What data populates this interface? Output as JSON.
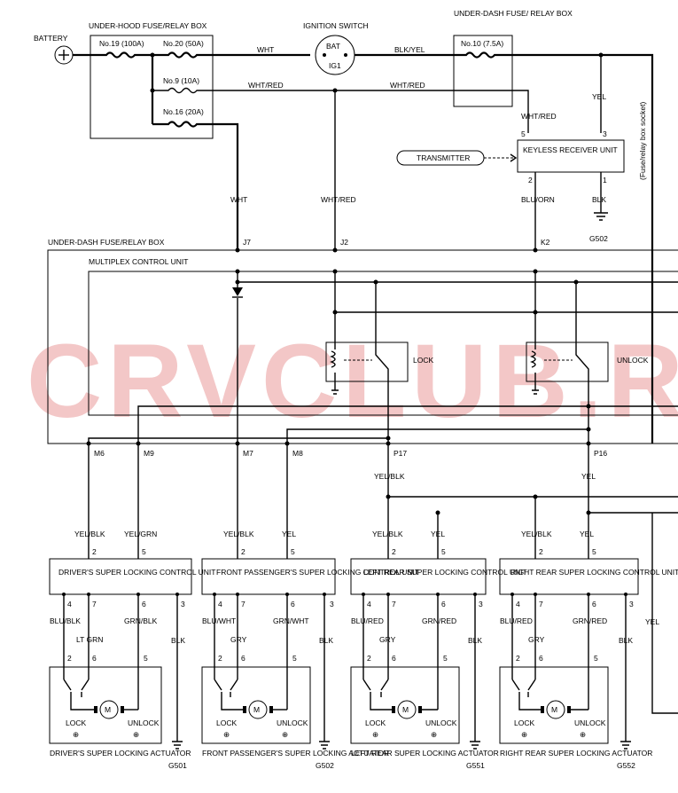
{
  "watermark": "CRVCLUB.RU",
  "battery": "BATTERY",
  "underhood_box": "UNDER-HOOD FUSE/RELAY BOX",
  "fuses": {
    "f19": "No.19 (100A)",
    "f20": "No.20 (50A)",
    "f9": "No.9 (10A)",
    "f16": "No.16 (20A)",
    "f10": "No.10 (7.5A)"
  },
  "ignition": {
    "title": "IGNITION SWITCH",
    "bat": "BAT",
    "ig1": "IG1"
  },
  "underdash_box_top": "UNDER-DASH FUSE/ RELAY BOX",
  "underdash_box": "UNDER-DASH FUSE/RELAY BOX",
  "multiplex": "MULTIPLEX CONTROL UNIT",
  "side_note": "(Fuse/relay box socket)",
  "transmitter": "TRANSMITTER",
  "receiver": "KEYLESS RECEIVER UNIT",
  "relays": {
    "lock": "LOCK",
    "unlock": "UNLOCK"
  },
  "wires": {
    "wht": "WHT",
    "whtred": "WHT/RED",
    "blkyel": "BLK/YEL",
    "yel": "YEL",
    "bluorn": "BLU/ORN",
    "blk": "BLK",
    "yelblk": "YEL/BLK",
    "yelgrn": "YEL/GRN",
    "blublk": "BLU/BLK",
    "ltgrn": "LT GRN",
    "grnblk": "GRN/BLK",
    "bluwht": "BLU/WHT",
    "gry": "GRY",
    "grnwht": "GRN/WHT",
    "blured": "BLU/RED",
    "grnred": "GRN/RED"
  },
  "connectors": {
    "j7": "J7",
    "j2": "J2",
    "k2": "K2",
    "m6": "M6",
    "m9": "M9",
    "m7": "M7",
    "m8": "M8",
    "p17": "P17",
    "p16": "P16"
  },
  "pins": {
    "p1": "1",
    "p2": "2",
    "p3": "3",
    "p4": "4",
    "p5": "5",
    "p6": "6",
    "p7": "7"
  },
  "grounds": {
    "g502": "G502",
    "g501": "G501",
    "g551": "G551",
    "g552": "G552"
  },
  "units": [
    {
      "name": "DRIVER'S SUPER LOCKING CONTROL UNIT",
      "actuator": "DRIVER'S SUPER LOCKING ACTUATOR",
      "ground": "G501"
    },
    {
      "name": "FRONT PASSENGER'S SUPER LOCKING CONTROL UNIT",
      "actuator": "FRONT PASSENGER'S SUPER LOCKING ACTUATOR",
      "ground": "G502"
    },
    {
      "name": "LEFT REAR SUPER LOCKING CONTROL UNIT",
      "actuator": "LEFT REAR SUPER LOCKING ACTUATOR",
      "ground": "G551"
    },
    {
      "name": "RIGHT REAR SUPER LOCKING CONTROL UNIT",
      "actuator": "RIGHT REAR SUPER LOCKING ACTUATOR",
      "ground": "G552"
    }
  ],
  "actuator_labels": {
    "lock": "LOCK",
    "unlock": "UNLOCK",
    "motor": "M",
    "plus": "⊕"
  }
}
